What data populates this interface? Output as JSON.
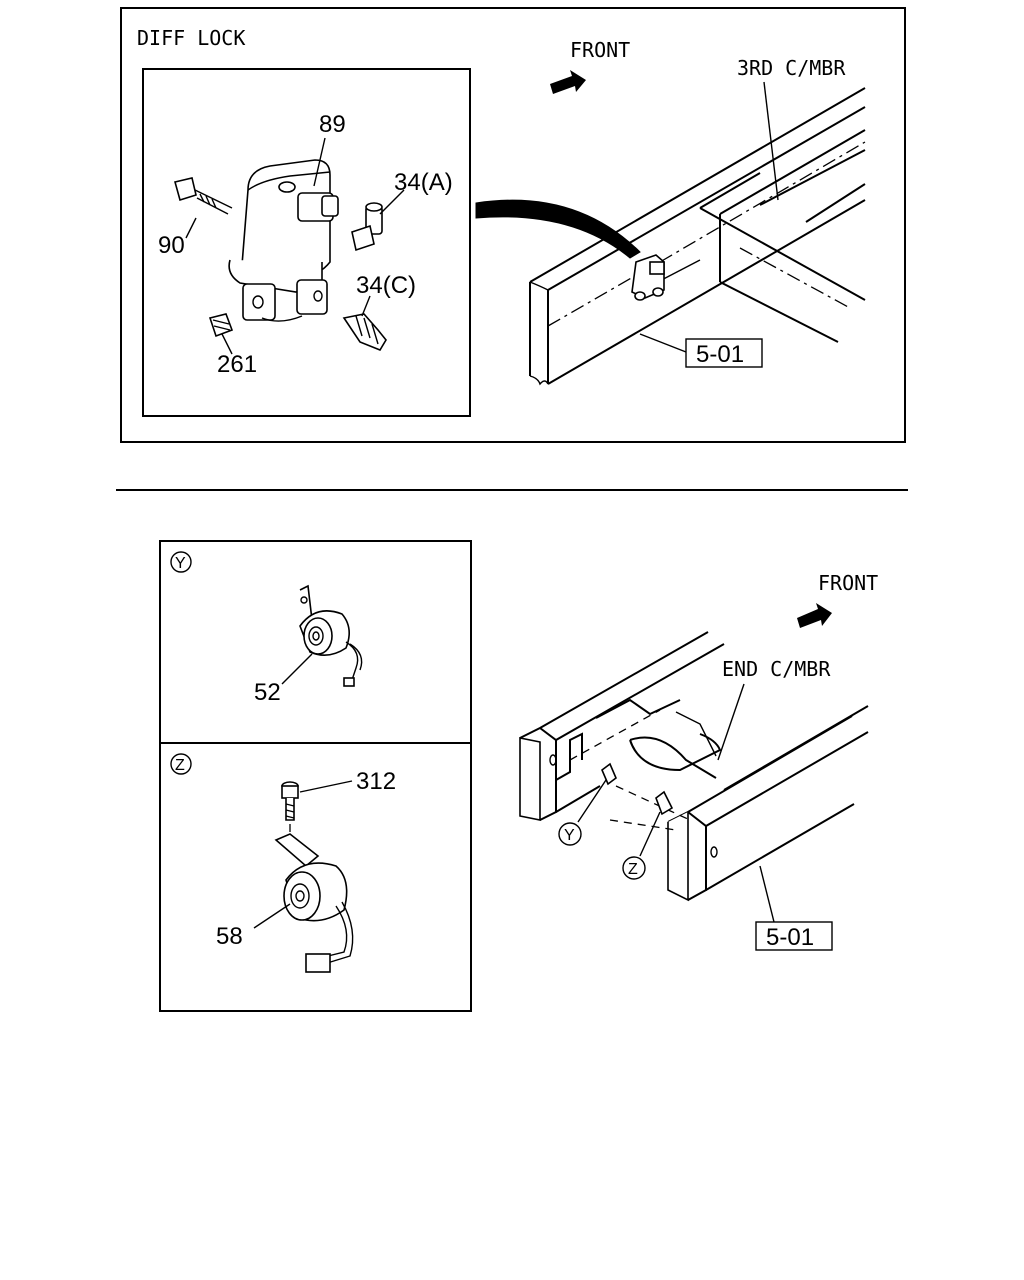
{
  "top_panel": {
    "title": "DIFF LOCK",
    "front_label": "FRONT",
    "member_label": "3RD C/MBR",
    "ref_box": "5-01",
    "callouts": {
      "part_89": "89",
      "part_90": "90",
      "part_34a": "34(A)",
      "part_34c": "34(C)",
      "part_261": "261"
    }
  },
  "bottom_panel": {
    "front_label": "FRONT",
    "member_label": "END C/MBR",
    "ref_box": "5-01",
    "view_y": {
      "marker": "Y",
      "part_52": "52"
    },
    "view_z": {
      "marker": "Z",
      "part_312": "312",
      "part_58": "58"
    }
  }
}
